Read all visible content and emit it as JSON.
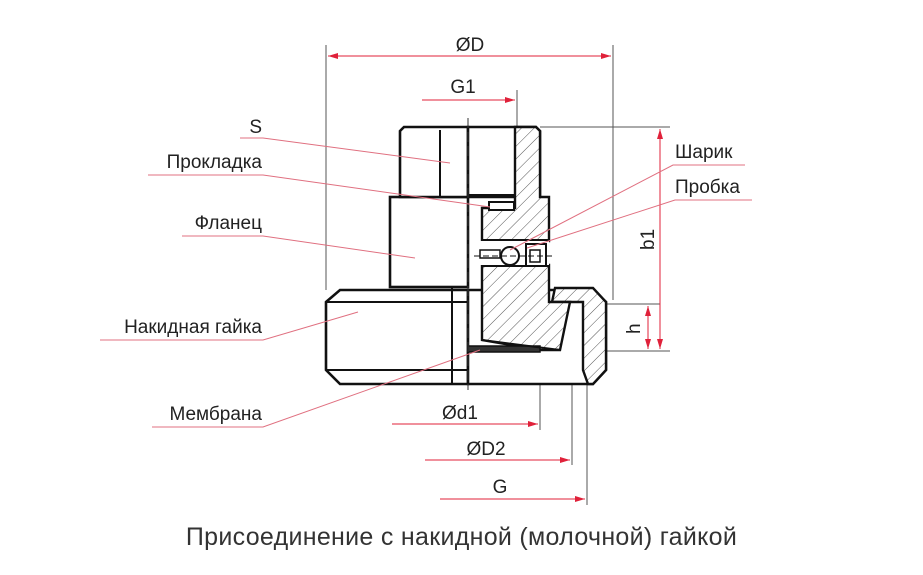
{
  "labels": {
    "s": "S",
    "gasket": "Прокладка",
    "flange": "Фланец",
    "union_nut": "Накидная гайка",
    "membrane": "Мембрана",
    "ball": "Шарик",
    "plug": "Пробка"
  },
  "dimensions": {
    "outer_diameter": "ØD",
    "thread_g1": "G1",
    "b1": "b1",
    "h": "h",
    "inner_diameter_d1": "Ød1",
    "diameter_d2": "ØD2",
    "thread_g": "G"
  },
  "caption": "Присоединение с накидной (молочной) гайкой",
  "colors": {
    "dimension": "#e0213a",
    "outline": "#111111"
  }
}
